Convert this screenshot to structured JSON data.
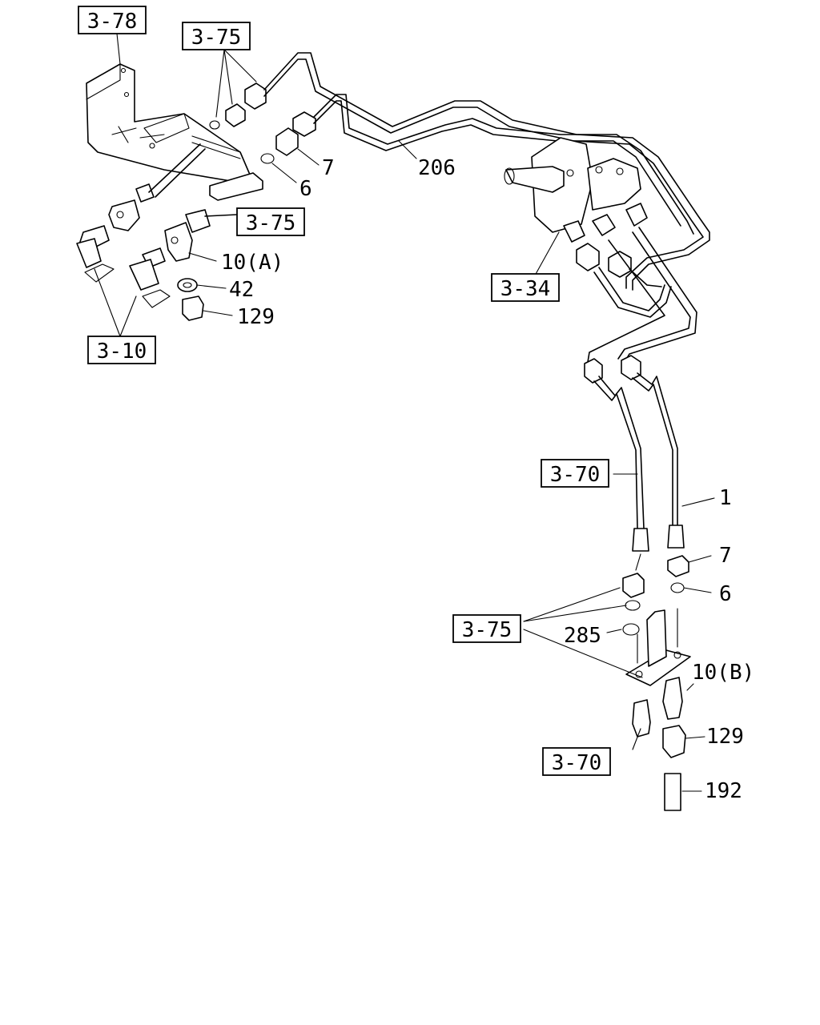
{
  "diagram": {
    "references": {
      "ref_3_78": "3-78",
      "ref_3_75_top": "3-75",
      "ref_3_75_mid": "3-75",
      "ref_3_34": "3-34",
      "ref_3_10": "3-10",
      "ref_3_70_upper": "3-70",
      "ref_3_75_lower": "3-75",
      "ref_3_70_lower": "3-70"
    },
    "callouts": {
      "c_206": "206",
      "c_7_top": "7",
      "c_6_top": "6",
      "c_10a": "10(A)",
      "c_42": "42",
      "c_129_top": "129",
      "c_1": "1",
      "c_7_low": "7",
      "c_6_low": "6",
      "c_285": "285",
      "c_10b": "10(B)",
      "c_129_low": "129",
      "c_192": "192"
    }
  }
}
